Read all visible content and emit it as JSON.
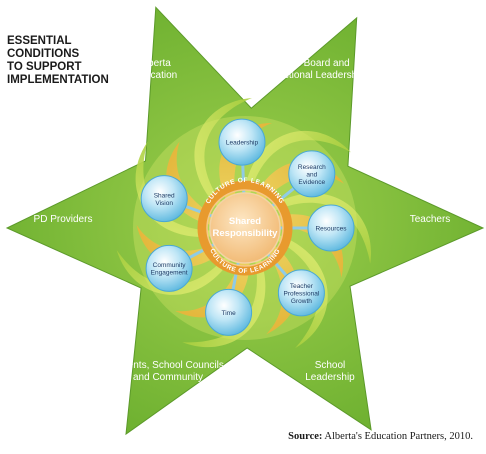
{
  "title": {
    "lines": [
      "ESSENTIAL",
      "CONDITIONS",
      "TO SUPPORT",
      "IMPLEMENTATION"
    ]
  },
  "center": {
    "lines": [
      "Shared",
      "Responsibility"
    ]
  },
  "ring_text": {
    "top": "CULTURE OF LEARNING",
    "bottom": "CULTURE OF LEARNING"
  },
  "star_points": [
    {
      "lines": [
        "Alberta",
        "Education"
      ]
    },
    {
      "lines": [
        "School Board and",
        "Jurisdictional Leadership"
      ]
    },
    {
      "lines": [
        "Teachers"
      ]
    },
    {
      "lines": [
        "School",
        "Leadership"
      ]
    },
    {
      "lines": [
        "Parents, School Councils",
        "and Community"
      ]
    },
    {
      "lines": [
        "PD Providers"
      ]
    }
  ],
  "conditions": [
    {
      "lines": [
        "Leadership"
      ]
    },
    {
      "lines": [
        "Research",
        "and",
        "Evidence"
      ]
    },
    {
      "lines": [
        "Resources"
      ]
    },
    {
      "lines": [
        "Teacher",
        "Professional",
        "Growth"
      ]
    },
    {
      "lines": [
        "Time"
      ]
    },
    {
      "lines": [
        "Community",
        "Engagement"
      ]
    },
    {
      "lines": [
        "Shared",
        "Vision"
      ]
    }
  ],
  "source": {
    "label": "Source:",
    "text": " Alberta's Education Partners, 2010."
  },
  "colors": {
    "star_green": "#7cbf3a",
    "petal_light": "#c4dd56",
    "petal_orange": "#f2a72c",
    "circle_blue": "#9fd6ee",
    "center_fill": "#f6c989",
    "ring": "#e89a2e",
    "spoke": "#9fd3ea"
  }
}
